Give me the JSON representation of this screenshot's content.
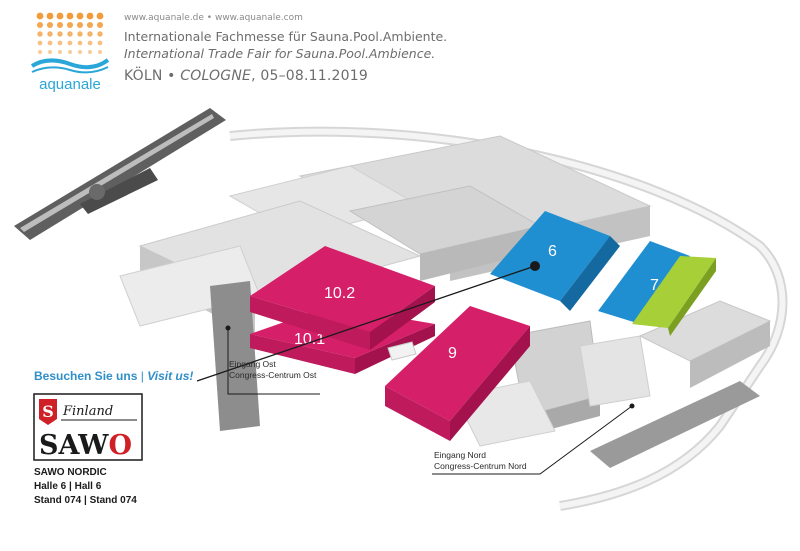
{
  "header": {
    "url": "www.aquanale.de • www.aquanale.com",
    "title_de": "Internationale Fachmesse für Sauna.Pool.Ambiente.",
    "title_en": "International Trade Fair for Sauna.Pool.Ambience.",
    "city_de": "KÖLN",
    "bullet": "•",
    "city_en": "COLOGNE",
    "dates": ", 05–08.11.2019",
    "logo_text": "aquanale"
  },
  "halls": [
    {
      "label": "10.2",
      "color": "#d61f69"
    },
    {
      "label": "10.1",
      "color": "#d61f69"
    },
    {
      "label": "9",
      "color": "#d61f69"
    },
    {
      "label": "6",
      "color": "#1f8fd1"
    },
    {
      "label": "7",
      "color": "#a6cf38"
    }
  ],
  "entrances": {
    "ost": {
      "line1": "Eingang Ost",
      "line2": "Congress-Centrum Ost"
    },
    "nord": {
      "line1": "Eingang Nord",
      "line2": "Congress-Centrum Nord"
    }
  },
  "visit": {
    "de": "Besuchen Sie uns",
    "sep": "|",
    "en": "Visit us!"
  },
  "sawo": {
    "script": "Finland",
    "brand_prefix": "SAW",
    "brand_suffix": "O"
  },
  "exhibitor": {
    "name": "SAWO NORDIC",
    "hall": "Halle 6 | Hall 6",
    "stand": "Stand 074 | Stand 074"
  },
  "colors": {
    "accent_blue": "#2f8fc9",
    "hall_magenta": "#d61f69",
    "hall_blue": "#1f8fd1",
    "hall_green": "#a6cf38",
    "logo_orange": "#f29b3a",
    "logo_blue": "#2aa6d8",
    "sawo_red": "#cf2027"
  },
  "icons": {
    "logo": "aquanale-dots-wave-logo",
    "sawo_logo": "sawo-shield-logo"
  }
}
